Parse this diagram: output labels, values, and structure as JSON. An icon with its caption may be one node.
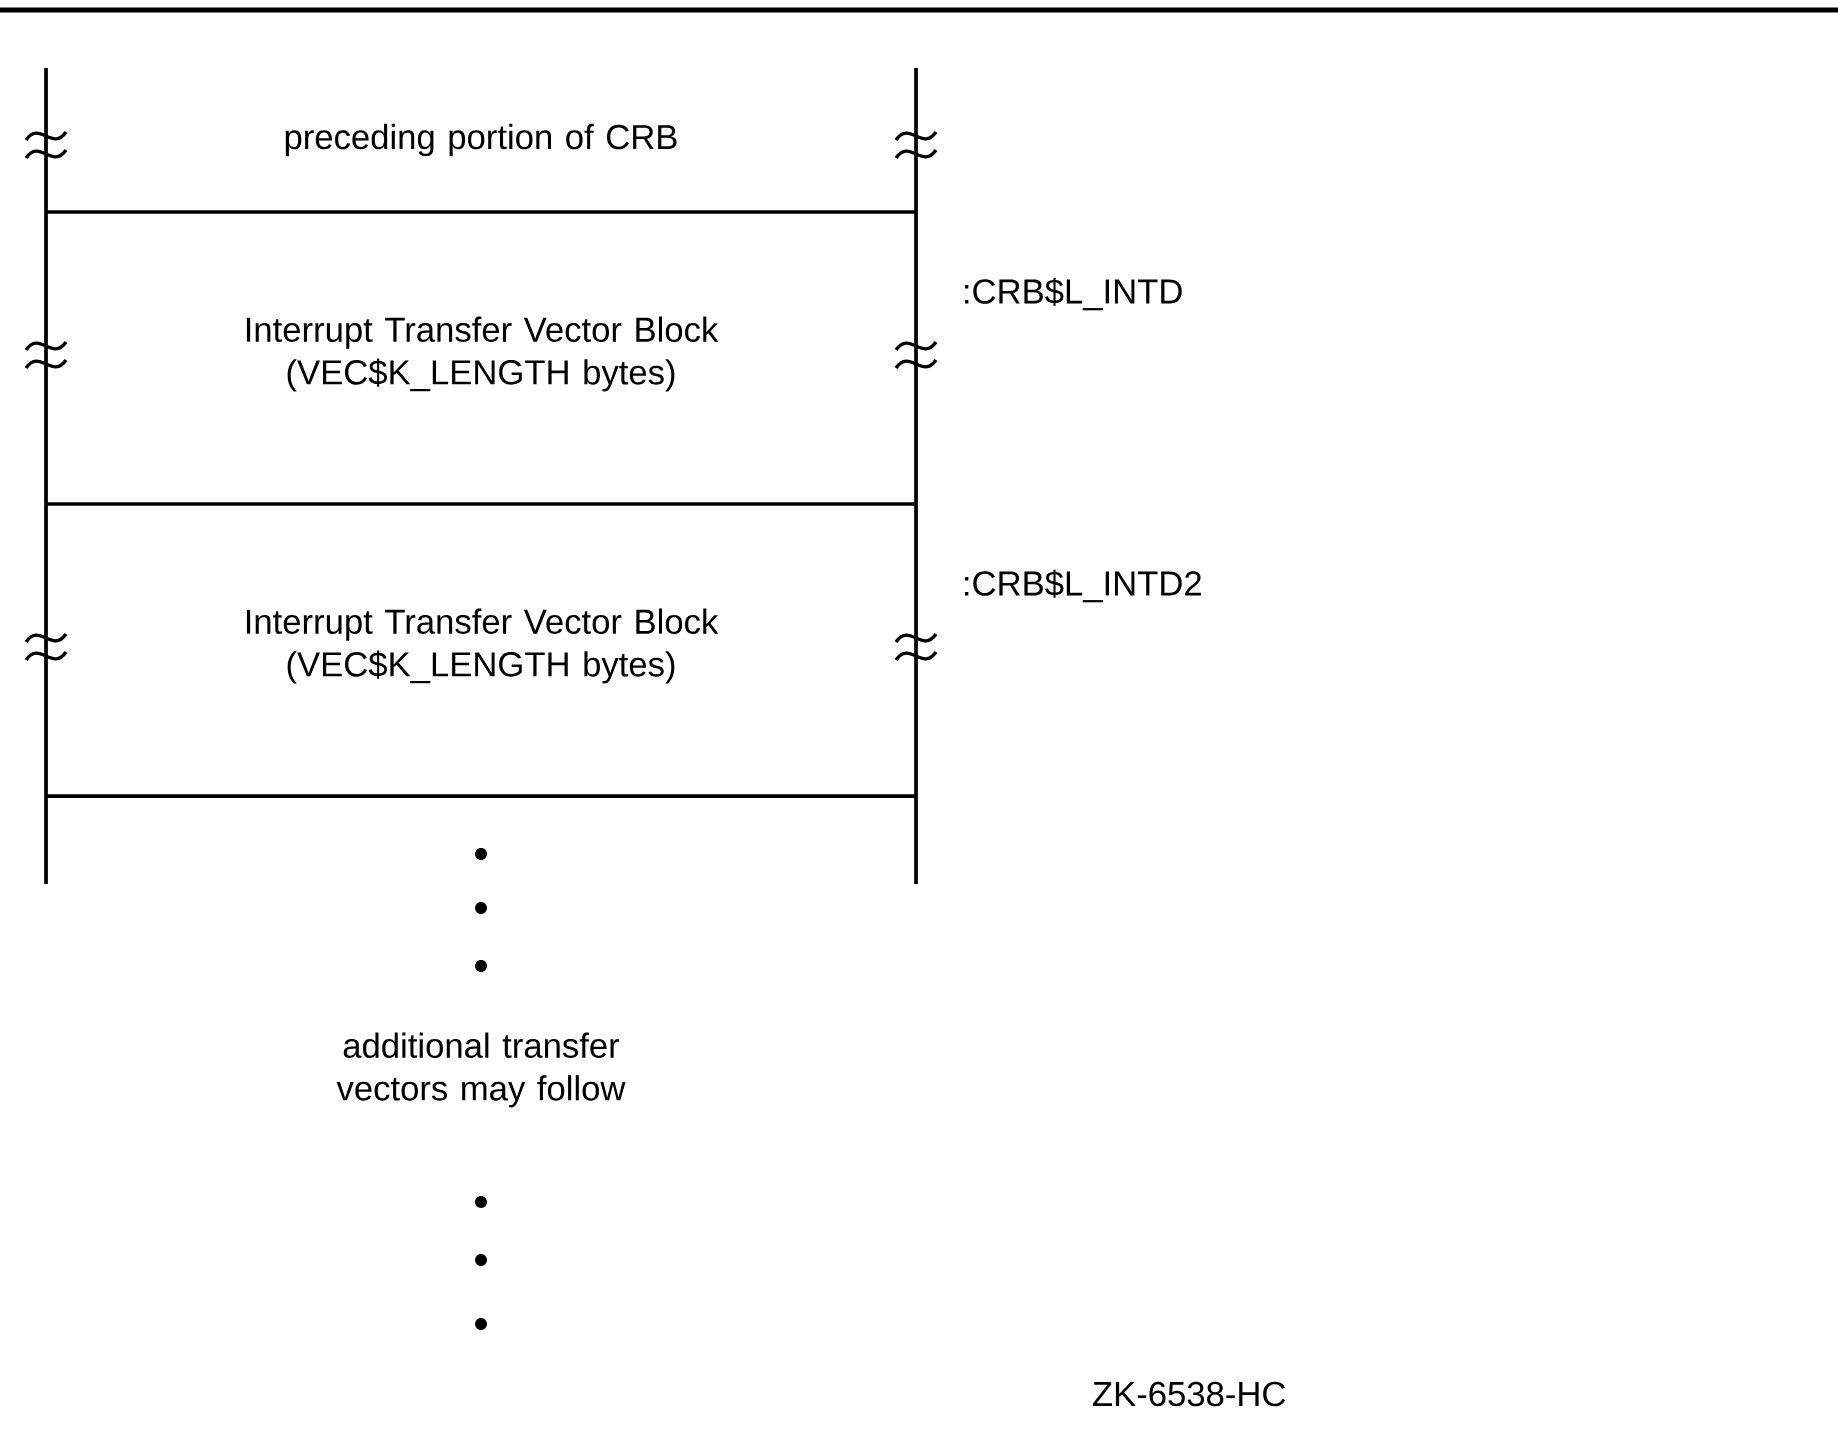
{
  "diagram": {
    "nodes": [
      {
        "text": [
          "preceding portion of CRB"
        ]
      },
      {
        "text": [
          "Interrupt Transfer Vector Block (VEC$K_LENGTH bytes)"
        ]
      },
      {
        "text": [
          "Interrupt Transfer Vector Block (VEC$K_LENGTH bytes)"
        ]
      }
    ],
    "labels": [
      ":CRB$L_INTD",
      ":CRB$L_INTD2",
      "additional transfer vectors may follow",
      "ZK-6538-HC"
    ]
  }
}
